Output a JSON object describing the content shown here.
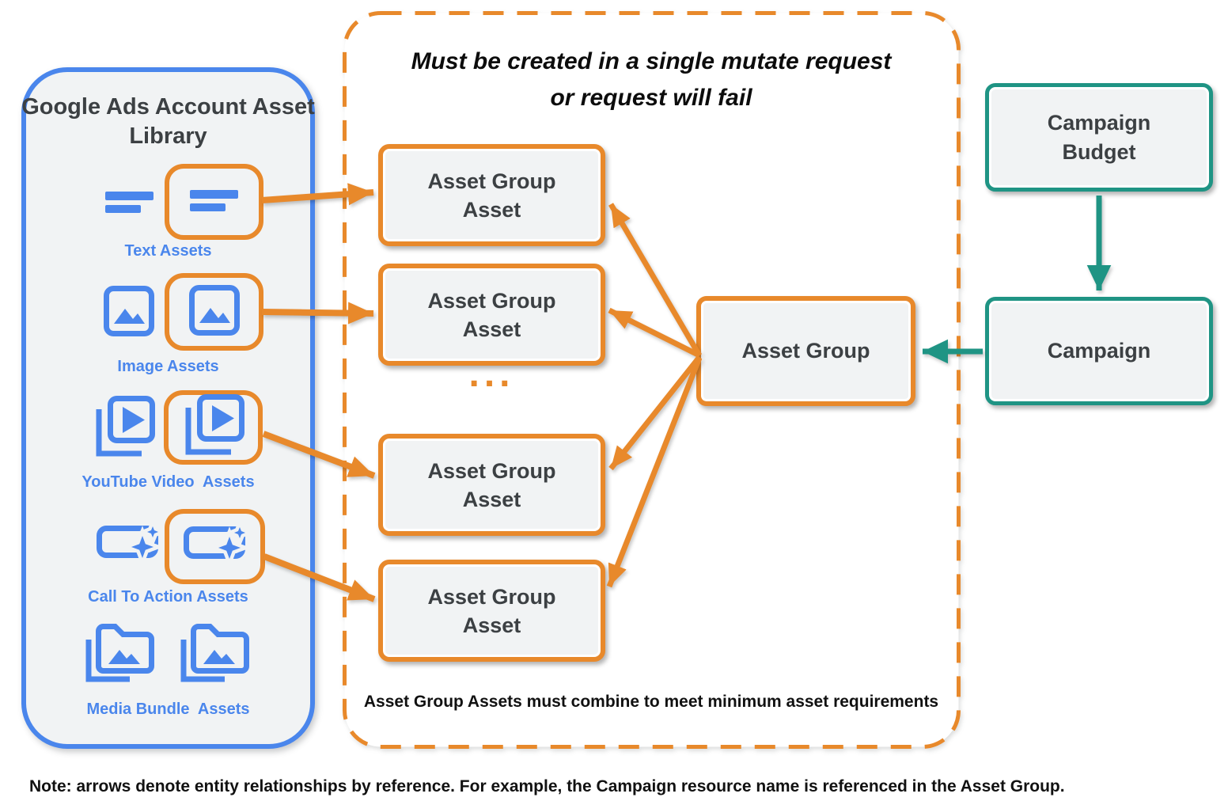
{
  "library": {
    "title": "Google Ads Account Asset Library",
    "items": [
      {
        "label": "Text Assets",
        "icon": "text-asset-icon",
        "highlighted": true
      },
      {
        "label": "Image Assets",
        "icon": "image-asset-icon",
        "highlighted": true
      },
      {
        "label": "YouTube Video  Assets",
        "icon": "youtube-video-asset-icon",
        "highlighted": true
      },
      {
        "label": "Call To Action Assets",
        "icon": "call-to-action-asset-icon",
        "highlighted": true
      },
      {
        "label": "Media Bundle  Assets",
        "icon": "media-bundle-asset-icon",
        "highlighted": false
      }
    ]
  },
  "mutate_group": {
    "title_line1": "Must be created in a single mutate request",
    "title_line2": "or request will fail",
    "boxes": [
      {
        "label": "Asset Group Asset"
      },
      {
        "label": "Asset Group Asset"
      },
      {
        "label": "Asset Group Asset"
      },
      {
        "label": "Asset Group Asset"
      }
    ],
    "ellipsis": "...",
    "footnote": "Asset Group Assets must combine to meet minimum asset requirements"
  },
  "entities": {
    "asset_group": {
      "label": "Asset Group"
    },
    "campaign_budget": {
      "label": "Campaign Budget"
    },
    "campaign": {
      "label": "Campaign"
    }
  },
  "note": "Note: arrows denote entity relationships by reference. For example, the Campaign resource name is referenced in the Asset Group.",
  "colors": {
    "orange": "#E8892B",
    "blue": "#4A86EC",
    "teal": "#1F9484",
    "panel_bg": "#F1F3F4",
    "dark_text": "#3C4043",
    "black_text": "#111111"
  }
}
